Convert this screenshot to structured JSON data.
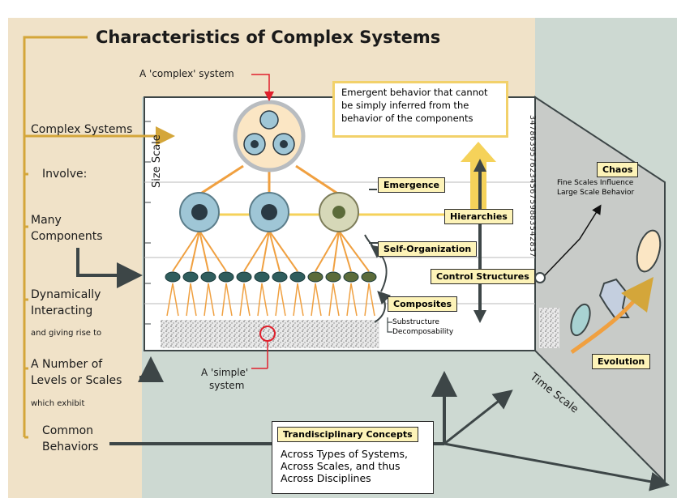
{
  "title": "Characteristics of Complex Systems",
  "left_column": {
    "complex_systems": "Complex Systems",
    "involve": "Involve:",
    "many": "Many",
    "components": "Components",
    "dynamically": "Dynamically",
    "interacting": "Interacting",
    "giving_rise": "and giving rise to",
    "a_number_of": "A Number of",
    "levels_or_scales": "Levels or Scales",
    "which_exhibit": "which exhibit",
    "common": "Common",
    "behaviors": "Behaviors"
  },
  "labels": {
    "complex_system": "A 'complex' system",
    "simple_system_1": "A 'simple'",
    "simple_system_2": "system",
    "size_scale": "Size Scale",
    "time_scale": "Time Scale",
    "emergent_behavior": "Emergent behavior that cannot be simply inferred from the behavior of the components",
    "emergence": "Emergence",
    "self_organization": "Self-Organization",
    "composites": "Composites",
    "substructure": "Substructure",
    "decomposability": "Decomposability",
    "hierarchies": "Hierarchies",
    "control_structures": "Control Structures",
    "chaos": "Chaos",
    "chaos_desc_1": "Fine Scales Influence",
    "chaos_desc_2": "Large Scale Behavior",
    "evolution": "Evolution",
    "digits": "347863957623456759883542837",
    "trans_header": "Trandisciplinary Concepts",
    "trans_body": "Across Types of Systems, Across Scales, and thus Across Disciplines"
  },
  "colors": {
    "left_bg": "#f0e2c8",
    "right_bg": "#cdd9d2",
    "gold": "#d4a63a",
    "orange": "#f0a040",
    "dark": "#3d4647",
    "yellow_arrow": "#f5d25a",
    "red": "#e0202c"
  }
}
